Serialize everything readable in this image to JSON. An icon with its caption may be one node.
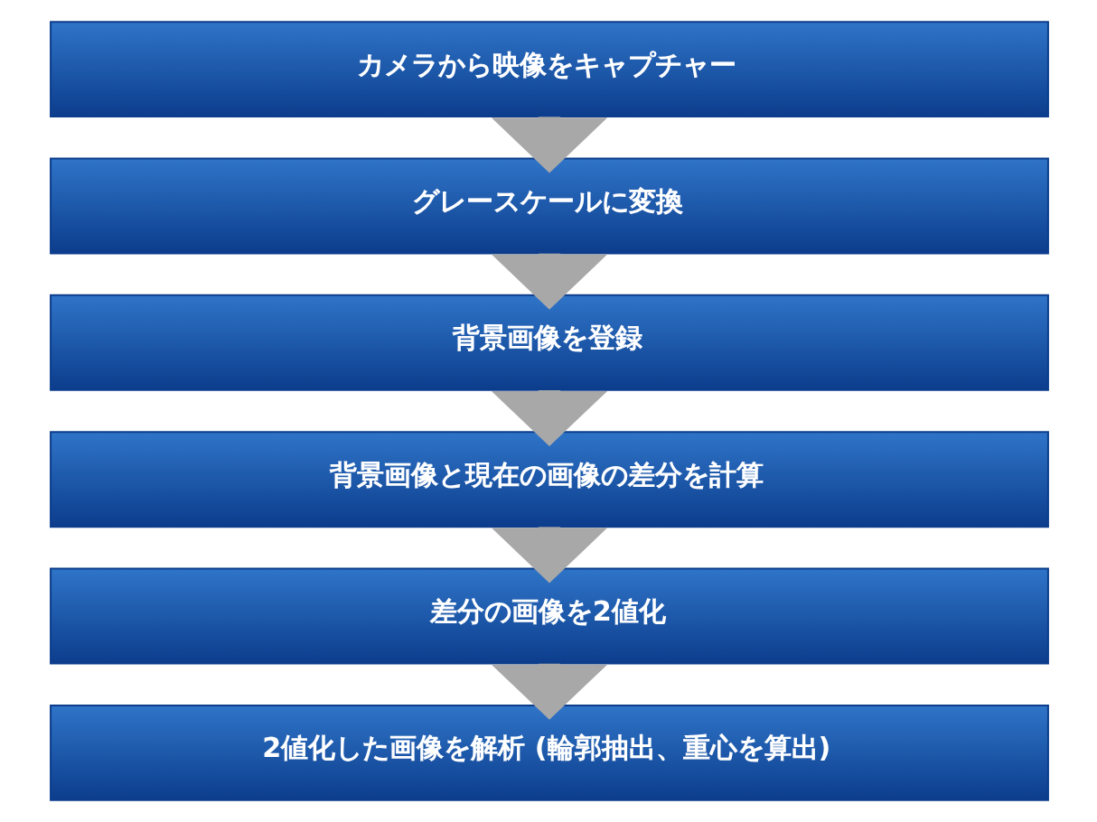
{
  "diagram": {
    "nodes": [
      {
        "text": [
          "カメラから映像をキャプチャー"
        ]
      },
      {
        "text": [
          "グレースケールに変換"
        ]
      },
      {
        "text": [
          "背景画像を登録"
        ]
      },
      {
        "text": [
          "背景画像と現在の画像の差分を計算"
        ]
      },
      {
        "text": [
          "差分の画像を2値化"
        ]
      },
      {
        "text": [
          "2値化した画像を解析 (輪郭抽出、重心を算出)"
        ]
      }
    ],
    "edges": [
      {
        "from": 0,
        "to": 1,
        "arrow": "to"
      },
      {
        "from": 1,
        "to": 2,
        "arrow": "to"
      },
      {
        "from": 2,
        "to": 3,
        "arrow": "to"
      },
      {
        "from": 3,
        "to": 4,
        "arrow": "to"
      },
      {
        "from": 4,
        "to": 5,
        "arrow": "to"
      }
    ]
  }
}
